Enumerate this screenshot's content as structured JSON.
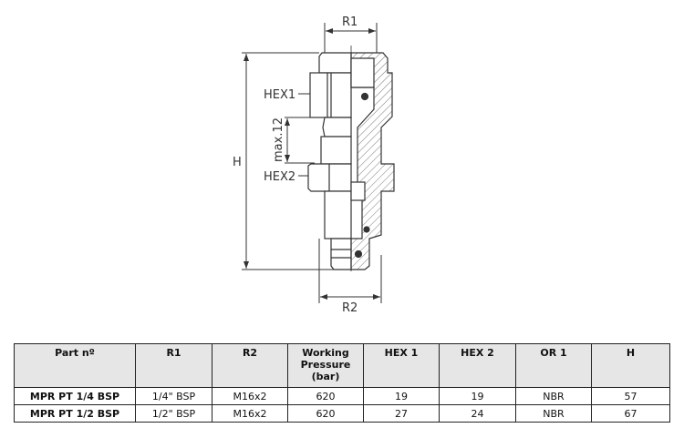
{
  "drawing": {
    "labels": {
      "r1": "R1",
      "r2": "R2",
      "h": "H",
      "hex1": "HEX1",
      "hex2": "HEX2",
      "max": "max.12"
    }
  },
  "table": {
    "headers": [
      "Part nº",
      "R1",
      "R2",
      "Working Pressure (bar)",
      "HEX 1",
      "HEX 2",
      "OR 1",
      "H"
    ],
    "rows": [
      [
        "MPR PT 1/4 BSP",
        "1/4\" BSP",
        "M16x2",
        "620",
        "19",
        "19",
        "NBR",
        "57"
      ],
      [
        "MPR PT 1/2 BSP",
        "1/2\" BSP",
        "M16x2",
        "620",
        "27",
        "24",
        "NBR",
        "67"
      ]
    ]
  }
}
